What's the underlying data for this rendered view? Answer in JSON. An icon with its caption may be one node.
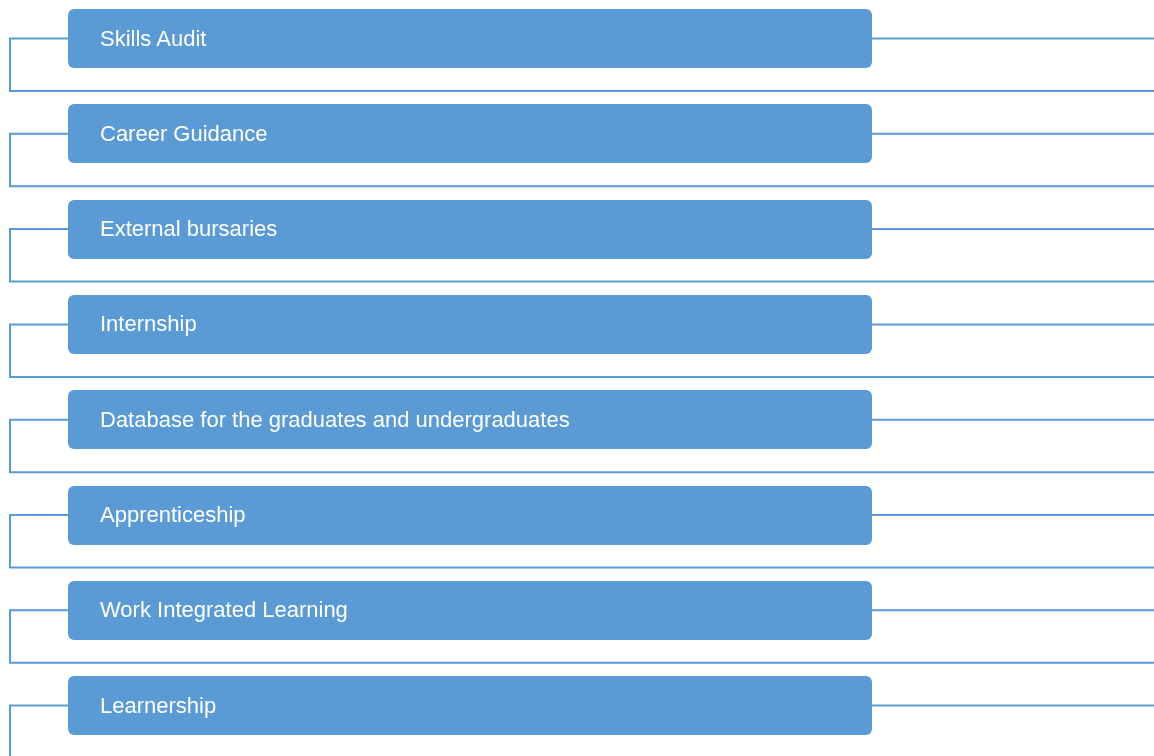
{
  "diagram": {
    "nodes": [
      {
        "text": [
          "Skills Audit"
        ]
      },
      {
        "text": [
          "Career Guidance"
        ]
      },
      {
        "text": [
          "External bursaries"
        ]
      },
      {
        "text": [
          "Internship"
        ]
      },
      {
        "text": [
          "Database for the graduates and undergraduates"
        ]
      },
      {
        "text": [
          "Apprenticeship"
        ]
      },
      {
        "text": [
          "Work Integrated Learning"
        ]
      },
      {
        "text": [
          "Learnership"
        ]
      }
    ]
  }
}
